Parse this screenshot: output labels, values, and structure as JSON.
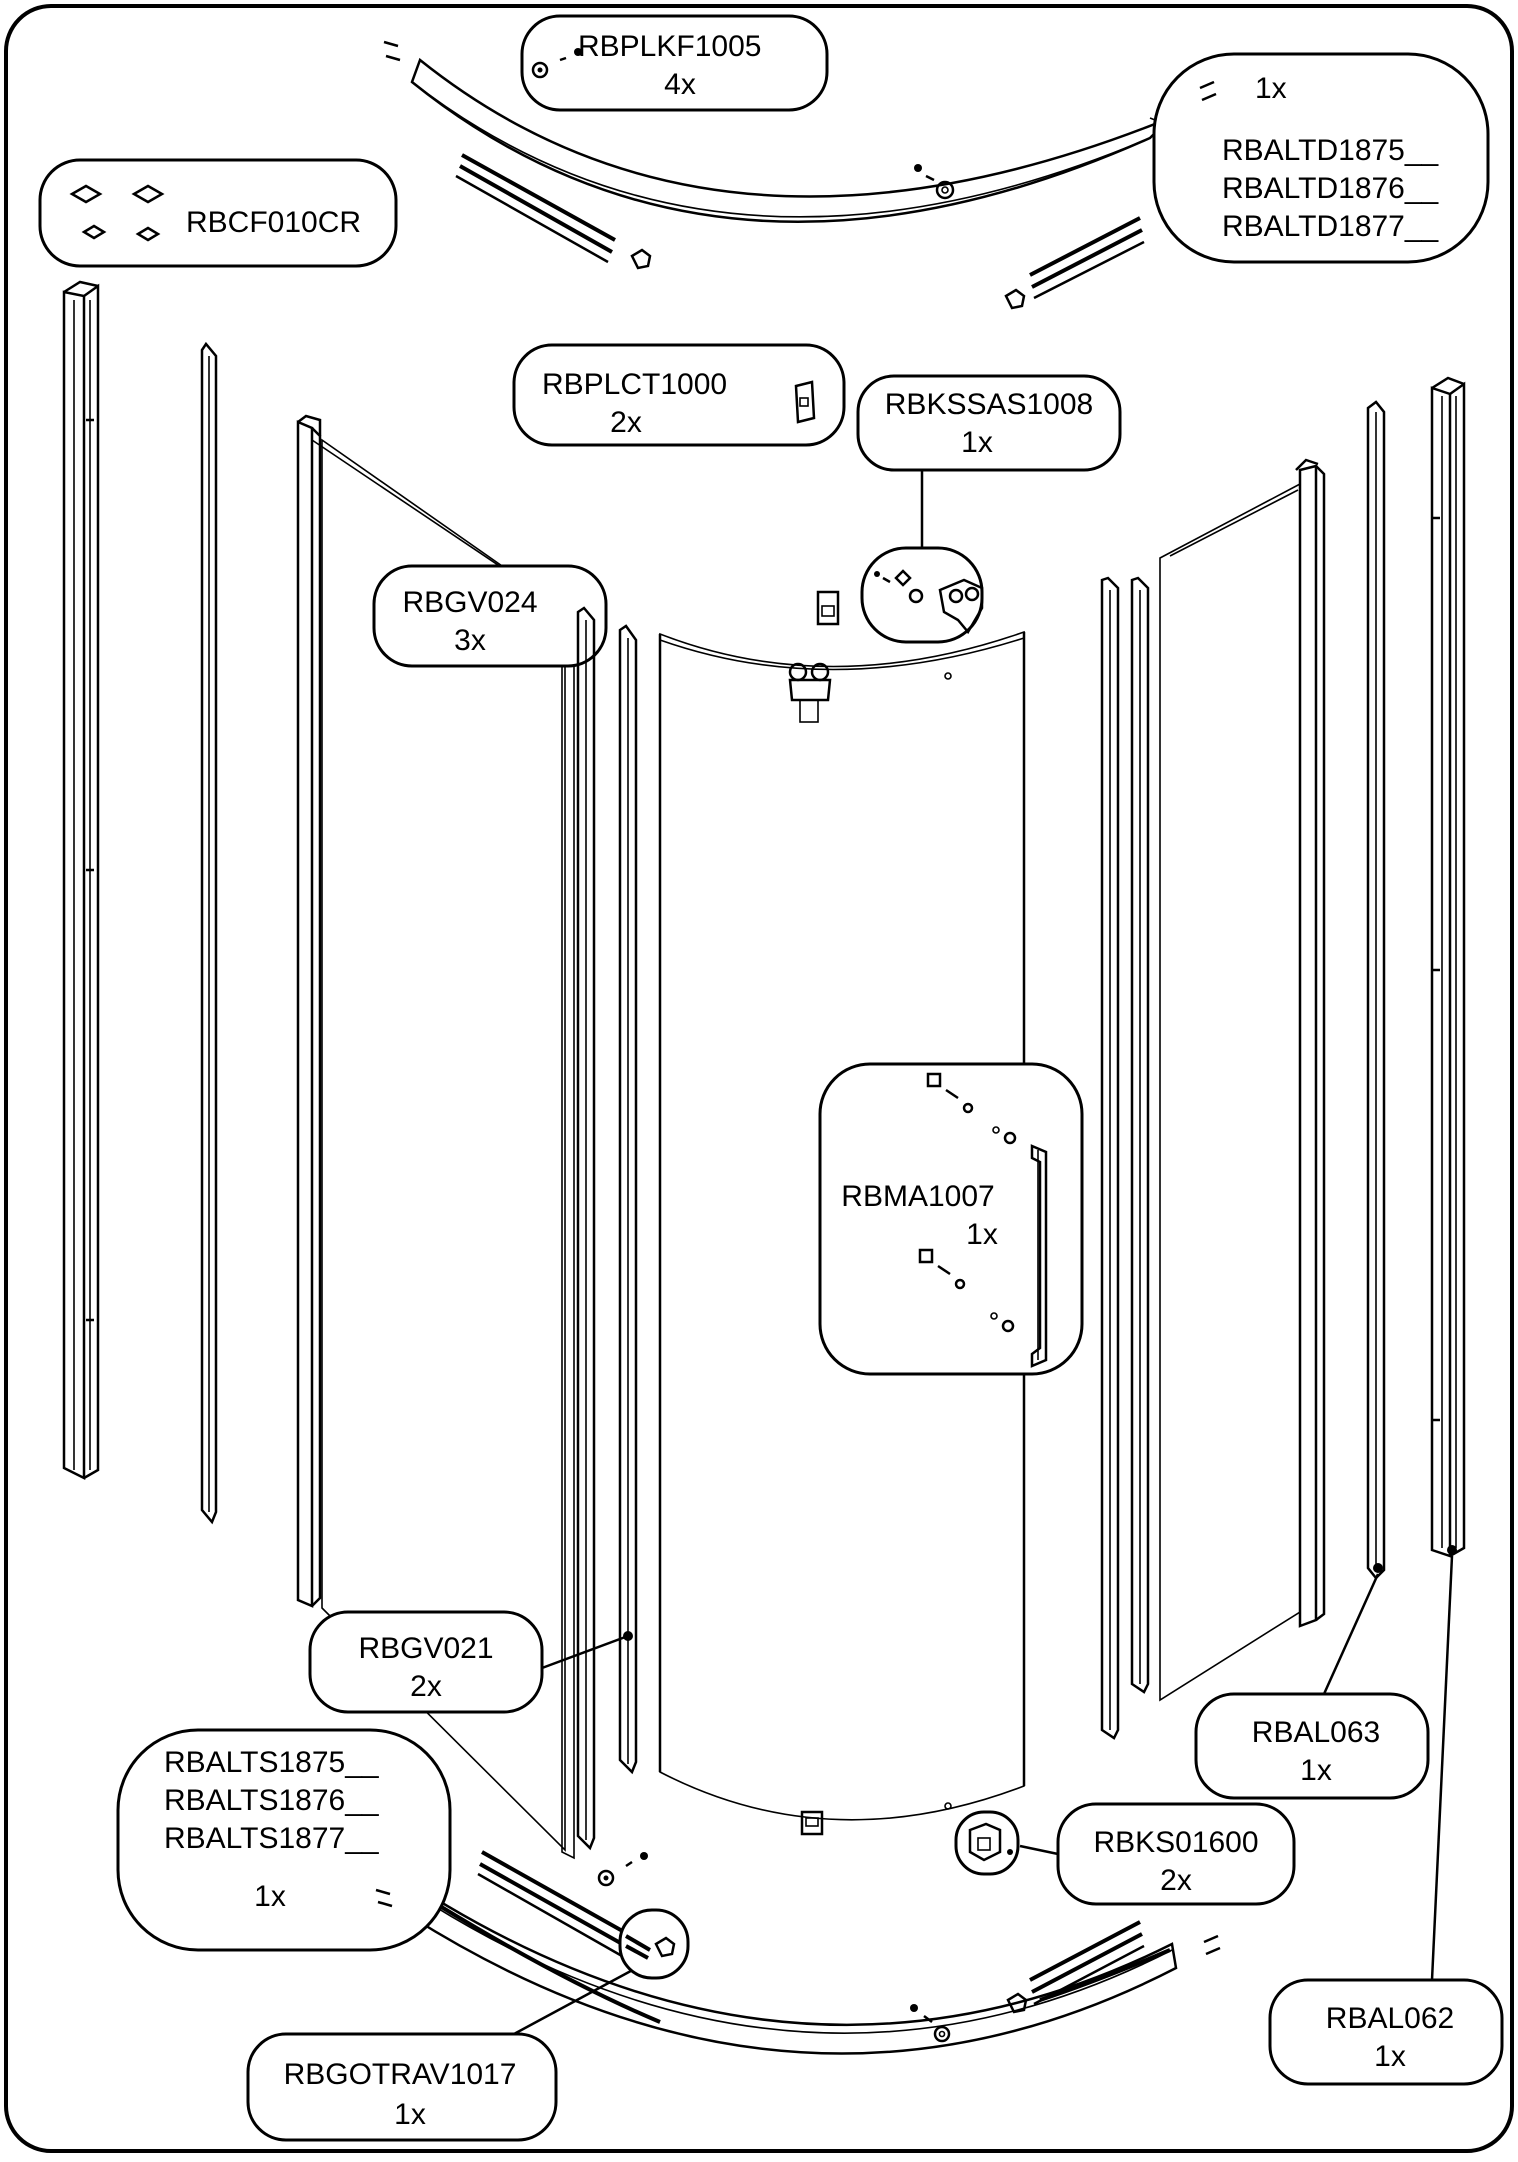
{
  "diagram": {
    "callouts": {
      "rbplkf1005": {
        "code": "RBPLKF1005",
        "qty": "4x"
      },
      "rbaltd": {
        "qty": "1x",
        "codes": [
          "RBALTD1875__",
          "RBALTD1876__",
          "RBALTD1877__"
        ]
      },
      "rbcf010cr": {
        "code": "RBCF010CR"
      },
      "rbplct1000": {
        "code": "RBPLCT1000",
        "qty": "2x"
      },
      "rbkssas1008": {
        "code": "RBKSSAS1008",
        "qty": "1x"
      },
      "rbgv024": {
        "code": "RBGV024",
        "qty": "3x"
      },
      "rbma1007": {
        "code": "RBMA1007",
        "qty": "1x"
      },
      "rbgv021": {
        "code": "RBGV021",
        "qty": "2x"
      },
      "rbal063": {
        "code": "RBAL063",
        "qty": "1x"
      },
      "rbalts": {
        "codes": [
          "RBALTS1875__",
          "RBALTS1876__",
          "RBALTS1877__"
        ],
        "qty": "1x"
      },
      "rbks01600": {
        "code": "RBKS01600",
        "qty": "2x"
      },
      "rbal062": {
        "code": "RBAL062",
        "qty": "1x"
      },
      "rbgotrav1017": {
        "code": "RBGOTRAV1017",
        "qty": "1x"
      }
    }
  }
}
